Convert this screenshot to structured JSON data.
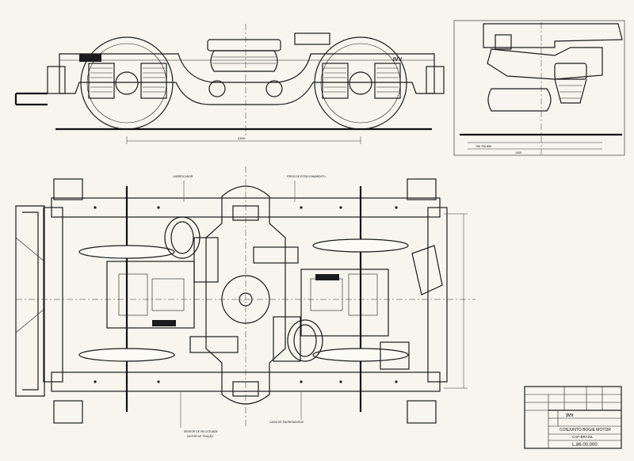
{
  "drawing": {
    "dimensions": {
      "wheelbase": "2300",
      "side_view_small": "750 750 850",
      "side_view_total": "1400"
    },
    "callouts": [
      "LUBRIFICADOR",
      "FREIO DE ESTACIONAMENTO",
      "SENSOR DE VELOCIDADE",
      "CAIXA DE ENGRENAGENS",
      "MOTOR DE TRAÇÃO"
    ],
    "side_logo": "IVV"
  },
  "title_block": {
    "company": "3VV",
    "title": "CONJUNTO BOGIE MOTOR",
    "customer": "CAF-BRASIL",
    "drawing_number": "L.86.00.000"
  },
  "colors": {
    "ink": "#1b1b1b",
    "paper": "#f7f5ee"
  }
}
